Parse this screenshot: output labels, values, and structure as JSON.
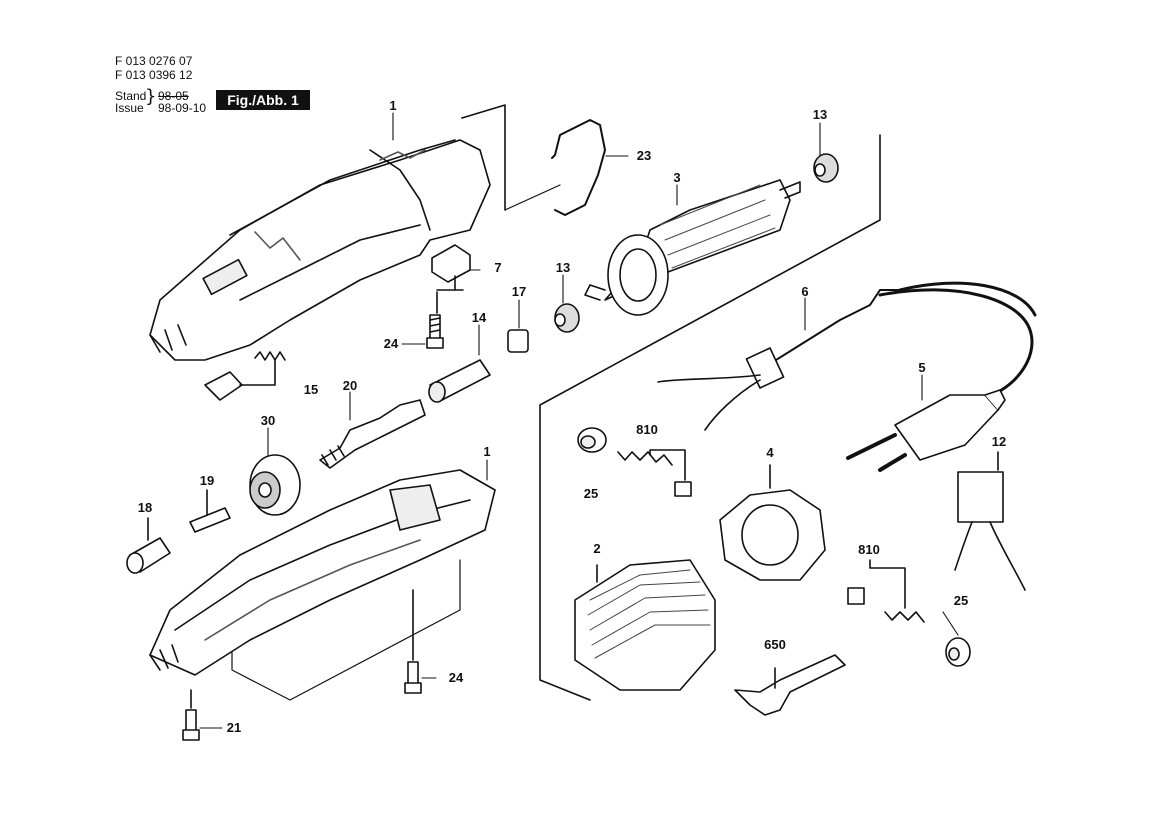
{
  "header": {
    "doc_numbers": [
      "F 013 0276 07",
      "F 013 0396 12"
    ],
    "stand_label": "Stand",
    "issue_label": "Issue",
    "date_old": "98-05",
    "date_issue": "98-09-10",
    "figure_label": "Fig./Abb. 1"
  },
  "callouts": {
    "c1a": "1",
    "c1b": "1",
    "c2": "2",
    "c3": "3",
    "c4": "4",
    "c5": "5",
    "c6": "6",
    "c7": "7",
    "c12": "12",
    "c13a": "13",
    "c13b": "13",
    "c14": "14",
    "c15": "15",
    "c17": "17",
    "c18": "18",
    "c19": "19",
    "c20": "20",
    "c21": "21",
    "c23": "23",
    "c24a": "24",
    "c24b": "24",
    "c25a": "25",
    "c25b": "25",
    "c30": "30",
    "c650": "650",
    "c810a": "810",
    "c810b": "810"
  },
  "colors": {
    "ink": "#111111",
    "paper": "#ffffff",
    "shade": "#cfcfcf",
    "dark": "#555555"
  }
}
